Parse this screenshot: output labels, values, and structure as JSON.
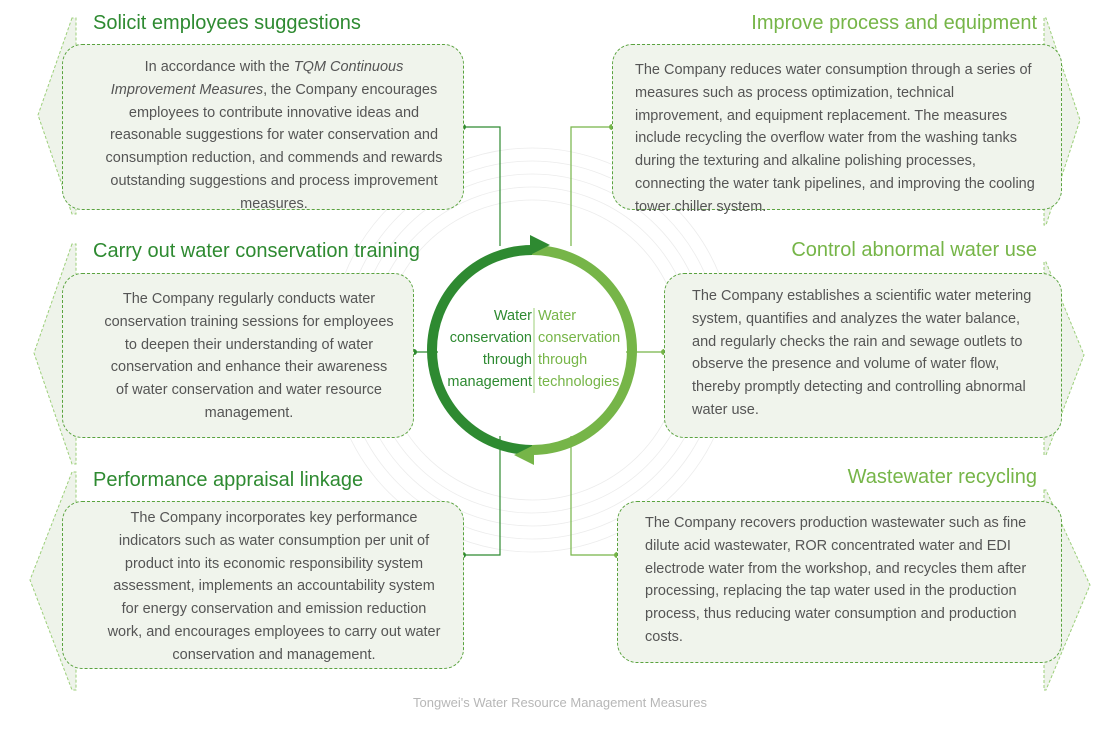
{
  "measures": [
    {
      "title": "Solicit employees suggestions",
      "text_before": "In accordance with the ",
      "text_italic": "TQM Continuous Improvement Measures",
      "text_after": ", the Company encourages employees to contribute innovative ideas and reasonable suggestions for water conservation and consumption reduction, and commends and rewards outstanding suggestions and process improvement measures."
    },
    {
      "title": "Carry out water conservation training",
      "text": "The Company regularly conducts water conservation training sessions for employees to deepen their understanding of water conservation and enhance their awareness of water conservation and water resource management."
    },
    {
      "title": "Performance appraisal linkage",
      "text": "The Company incorporates key performance indicators such as water consumption per unit of product into its economic responsibility system assessment, implements an accountability system for energy conservation and emission reduction work, and encourages employees to carry out water conservation and management."
    },
    {
      "title": "Improve process and equipment",
      "text": "The Company reduces water consumption through a series of measures such as process optimization, technical improvement, and equipment replacement. The measures include recycling the overflow water from the washing tanks during the texturing and alkaline polishing processes, connecting the water tank pipelines, and improving the cooling tower chiller system."
    },
    {
      "title": "Control abnormal water use",
      "text": "The Company establishes a scientific water metering system, quantifies and analyzes the water balance, and regularly checks the rain and sewage outlets to observe the presence and volume of water flow, thereby promptly detecting and controlling abnormal water use."
    },
    {
      "title": "Wastewater recycling",
      "text": "The Company recovers production wastewater such as fine dilute acid wastewater, ROR concentrated water and EDI electrode water from the workshop, and recycles them after processing, replacing the tap water used in the production process, thus reducing water consumption and production costs."
    }
  ],
  "center": {
    "left_label": "Water conservation through management",
    "right_label": "Water conservation through technologies"
  },
  "caption": "Tongwei's Water Resource Management Measures",
  "colors": {
    "dark_green": "#2e8a31",
    "light_green": "#76b548",
    "box_fill": "#f0f4ec",
    "chevron_fill": "#eef3ea"
  }
}
